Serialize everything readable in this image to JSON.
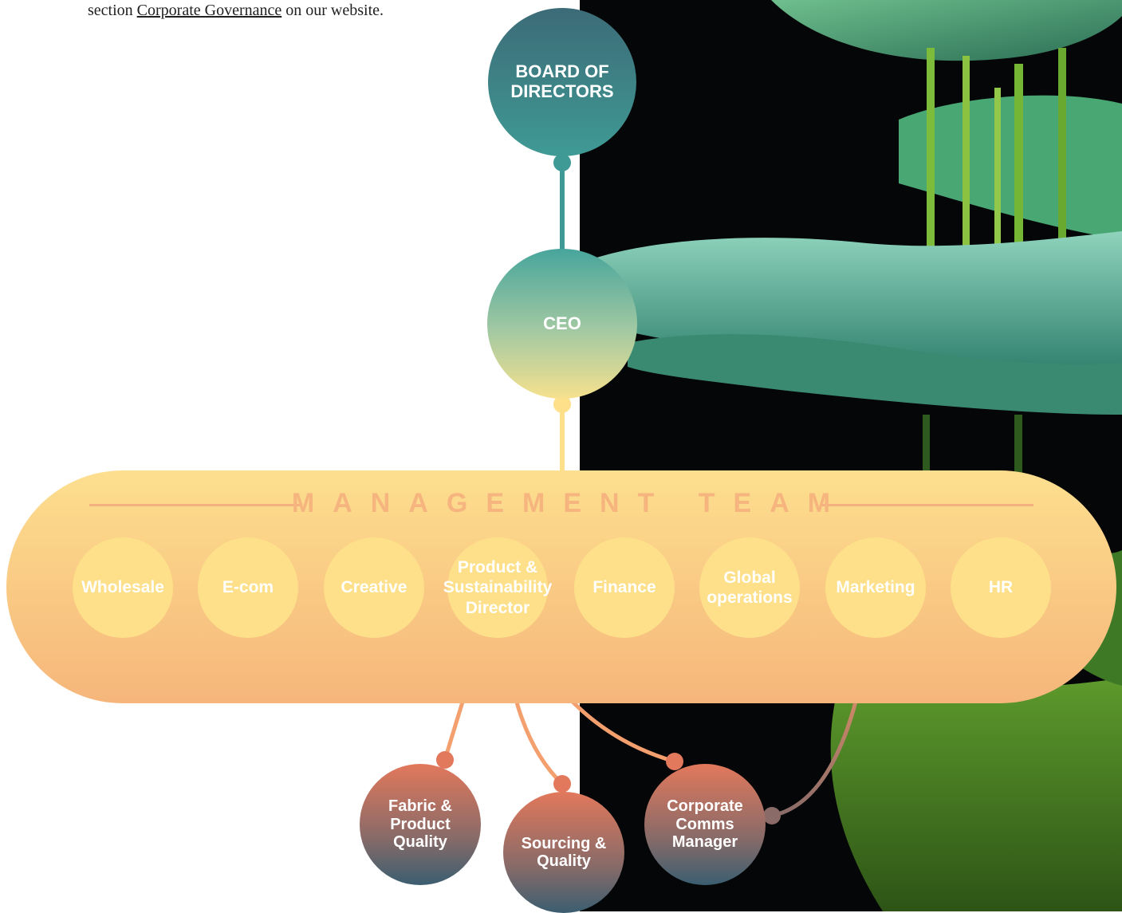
{
  "intro": {
    "prefix": "section ",
    "link": "Corporate Governance",
    "suffix": " on our website."
  },
  "board": {
    "label": "BOARD OF DIRECTORS"
  },
  "ceo": {
    "label": "CEO"
  },
  "management": {
    "title": "MANAGEMENT TEAM",
    "departments": [
      "Wholesale",
      "E-com",
      "Creative",
      "Product & Sustainability Director",
      "Finance",
      "Global operations",
      "Marketing",
      "HR"
    ]
  },
  "reports": [
    "Fabric & Product Quality",
    "Sourcing & Quality",
    "Corporate Comms Manager"
  ],
  "colors": {
    "teal": "#3f9a95",
    "yellow": "#fde089",
    "orange": "#f4a06e",
    "coral": "#e2785c"
  }
}
